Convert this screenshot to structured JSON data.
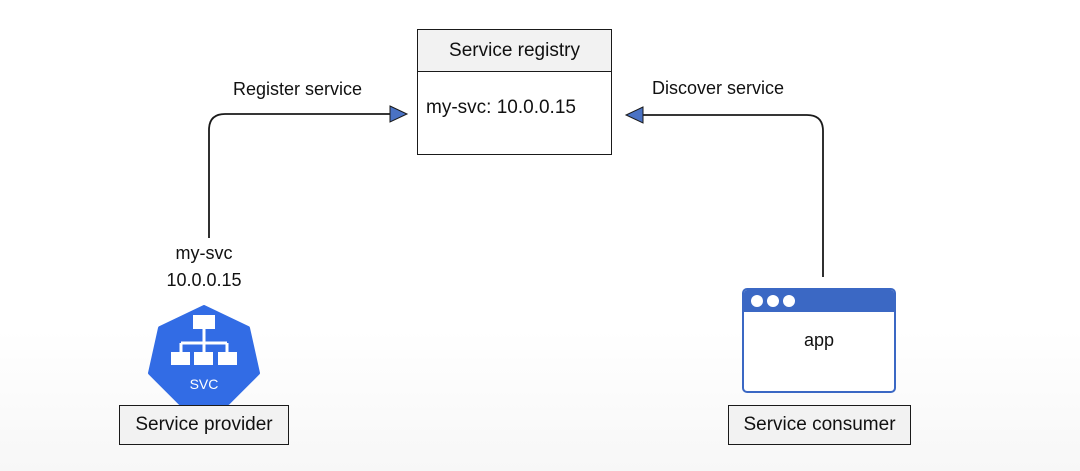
{
  "registry": {
    "title": "Service registry",
    "entry": "my-svc: 10.0.0.15"
  },
  "edges": {
    "register_label": "Register service",
    "discover_label": "Discover service"
  },
  "provider": {
    "name": "my-svc",
    "address": "10.0.0.15",
    "icon_label": "SVC",
    "icon": "kubernetes-service-icon",
    "caption": "Service provider"
  },
  "consumer": {
    "app_label": "app",
    "icon": "browser-window-icon",
    "caption": "Service consumer"
  },
  "colors": {
    "accent_blue": "#326ce5",
    "window_blue": "#3b68c4",
    "arrowhead_fill": "#4a72c4",
    "box_fill": "#f2f2f2",
    "stroke": "#1a1a1a"
  }
}
